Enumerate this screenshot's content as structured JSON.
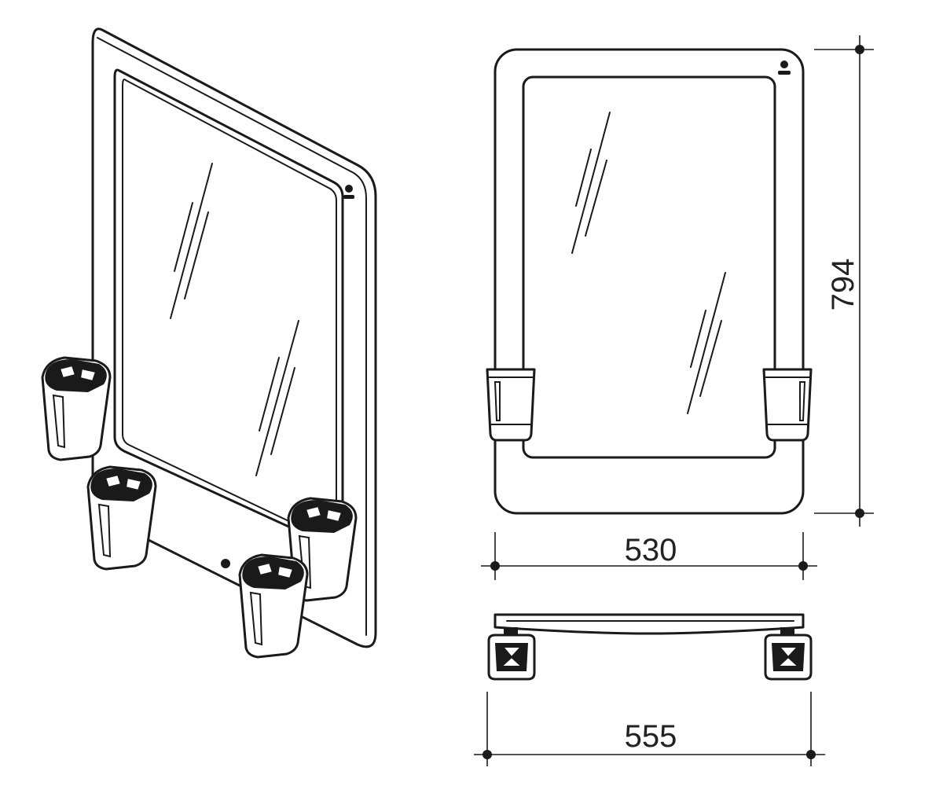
{
  "dimensions": {
    "height": "794",
    "width_front": "530",
    "width_overall": "555"
  },
  "icons": [
    "user-logo-icon"
  ],
  "colors": {
    "line": "#1a1a1a",
    "background": "#ffffff"
  }
}
